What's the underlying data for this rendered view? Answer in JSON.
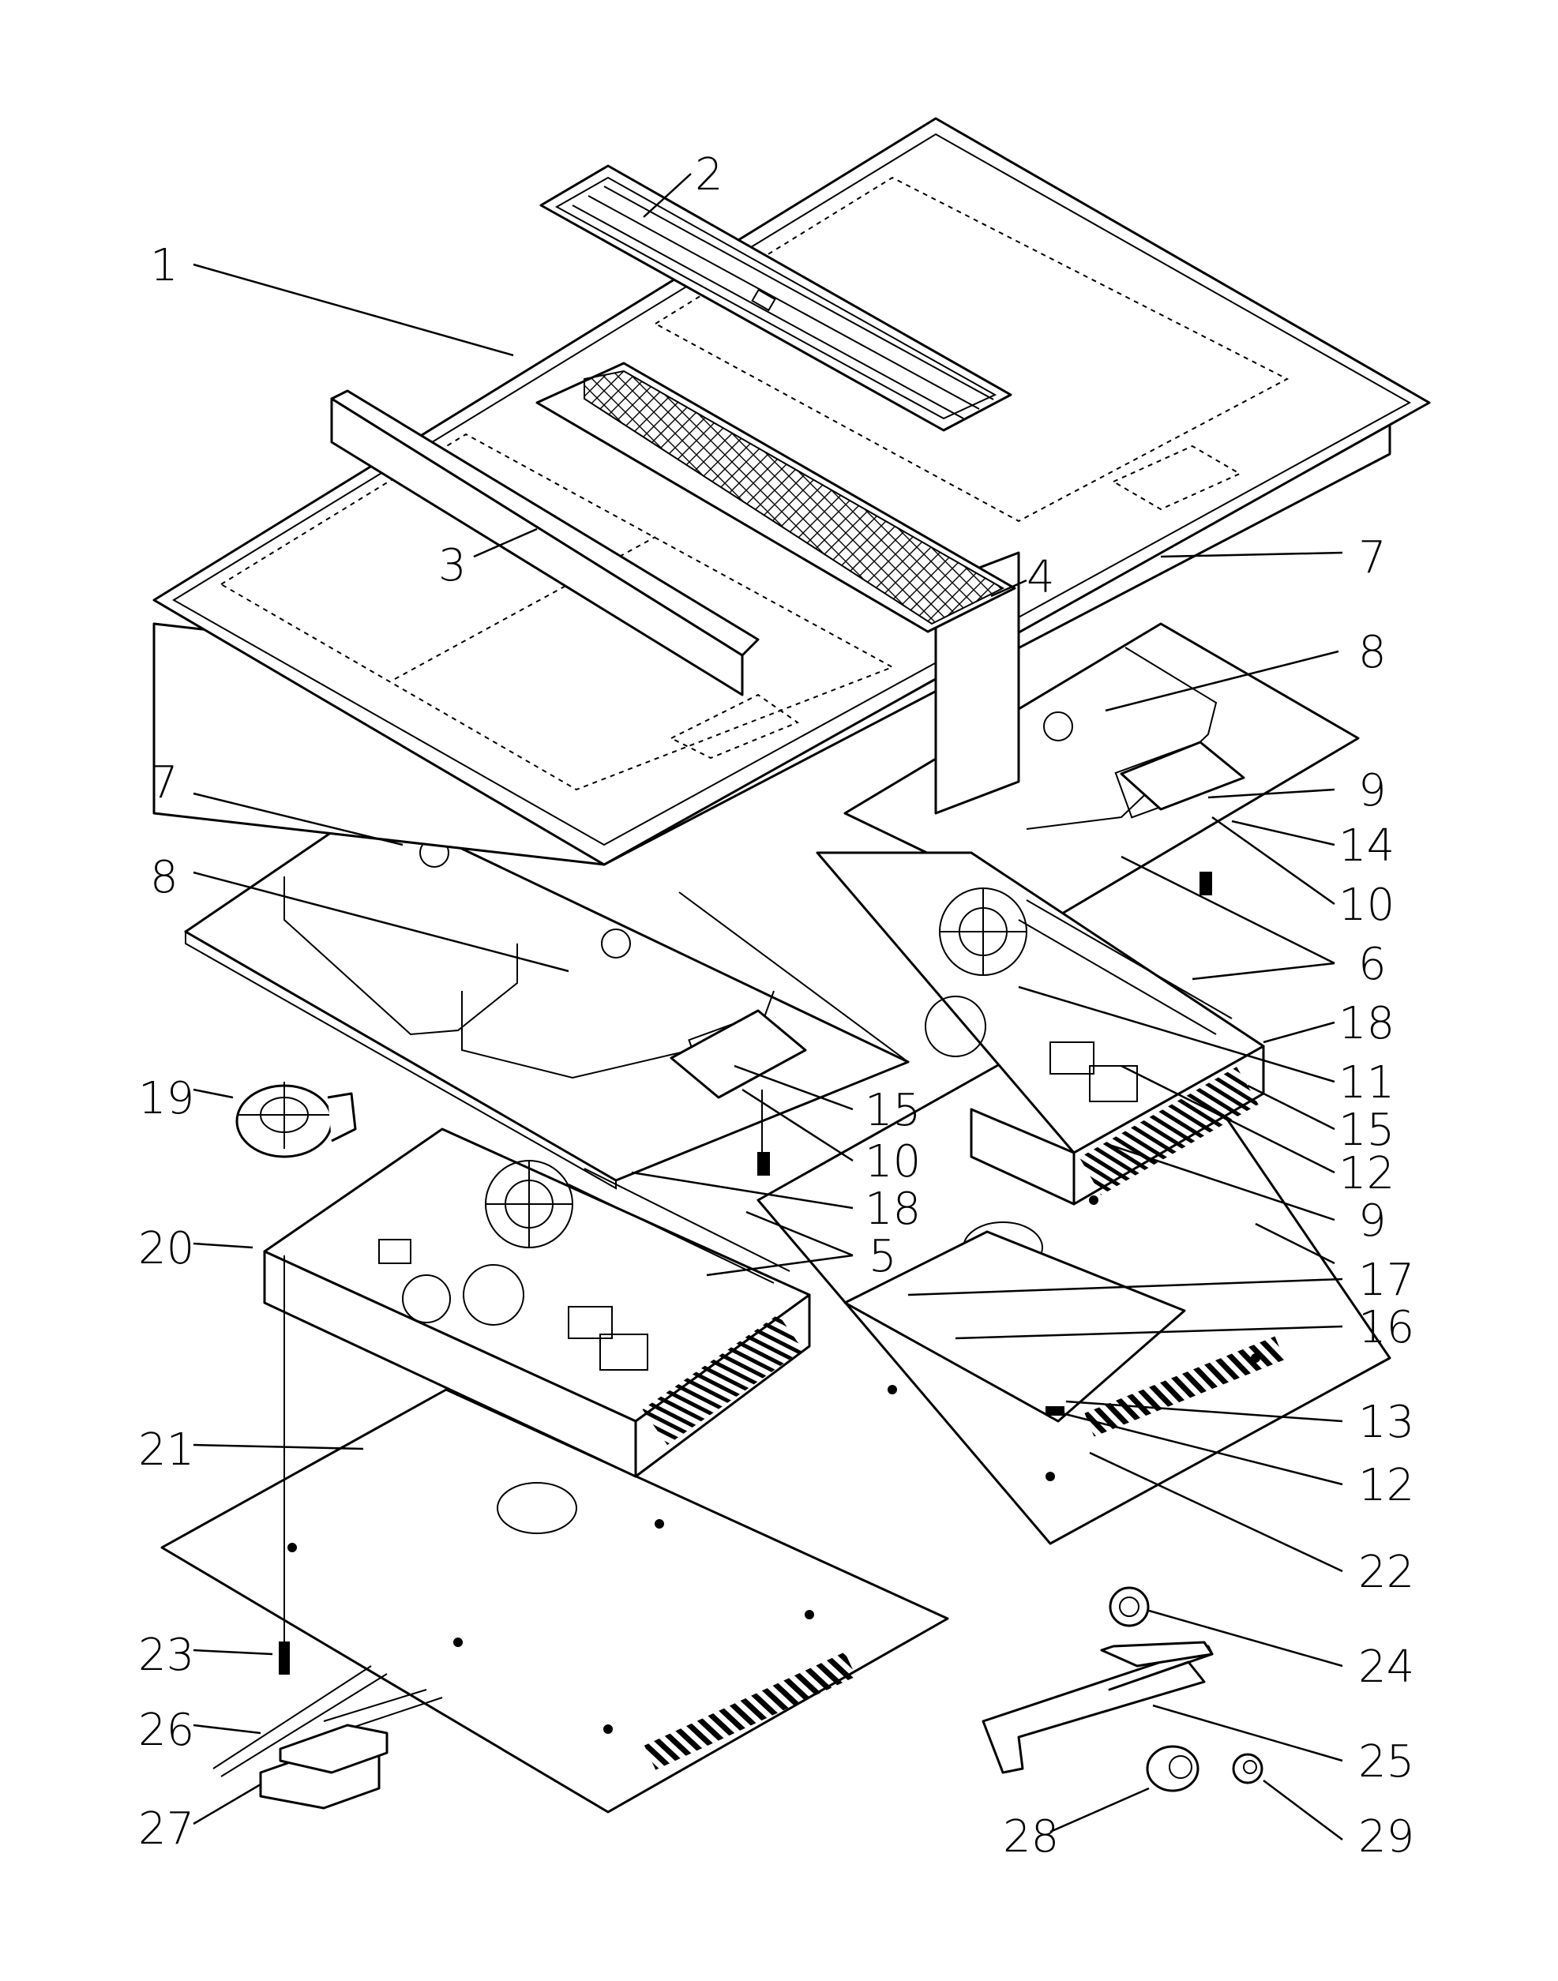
{
  "colors": {
    "line": "#000000",
    "background": "#ffffff"
  },
  "callouts": [
    "1",
    "2",
    "3",
    "4",
    "7",
    "8",
    "7",
    "8",
    "9",
    "14",
    "10",
    "6",
    "18",
    "11",
    "15",
    "12",
    "19",
    "15",
    "10",
    "9",
    "18",
    "20",
    "5",
    "17",
    "16",
    "13",
    "21",
    "12",
    "22",
    "24",
    "23",
    "25",
    "26",
    "27",
    "28",
    "29"
  ]
}
